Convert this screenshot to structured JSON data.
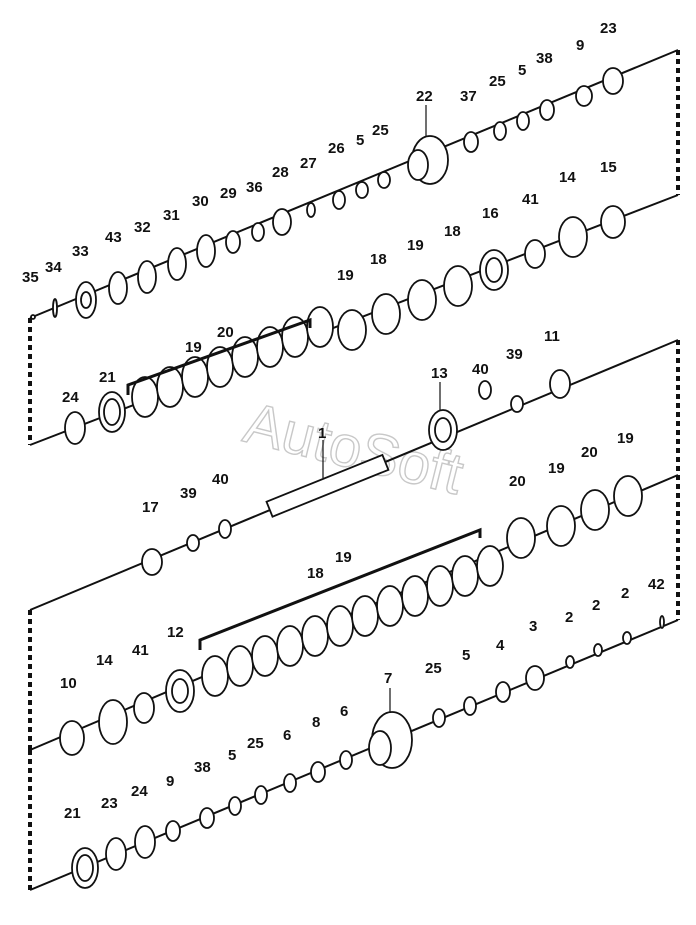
{
  "diagram": {
    "watermark": "AutoSoft",
    "rows": [
      {
        "name": "row-1",
        "labels": [
          "35",
          "34",
          "33",
          "43",
          "32",
          "31",
          "30",
          "29",
          "36",
          "28",
          "27",
          "26",
          "5",
          "25",
          "22",
          "37",
          "25",
          "5",
          "38",
          "9",
          "23"
        ]
      },
      {
        "name": "row-2",
        "labels": [
          "19",
          "20",
          "19",
          "18",
          "19",
          "18",
          "16",
          "41",
          "14",
          "15",
          "21",
          "24"
        ]
      },
      {
        "name": "row-3",
        "labels": [
          "1",
          "13",
          "40",
          "39",
          "11",
          "17",
          "39",
          "40",
          "20",
          "19",
          "20",
          "19"
        ]
      },
      {
        "name": "row-4",
        "labels": [
          "18",
          "19",
          "12",
          "41",
          "14",
          "10",
          "25",
          "5",
          "4",
          "3",
          "2",
          "2",
          "2",
          "42",
          "7"
        ]
      },
      {
        "name": "row-5",
        "labels": [
          "21",
          "23",
          "24",
          "9",
          "38",
          "5",
          "25",
          "6",
          "8",
          "6"
        ]
      }
    ]
  },
  "colors": {
    "ink": "#111111",
    "watermark": "#c8c8c8"
  }
}
